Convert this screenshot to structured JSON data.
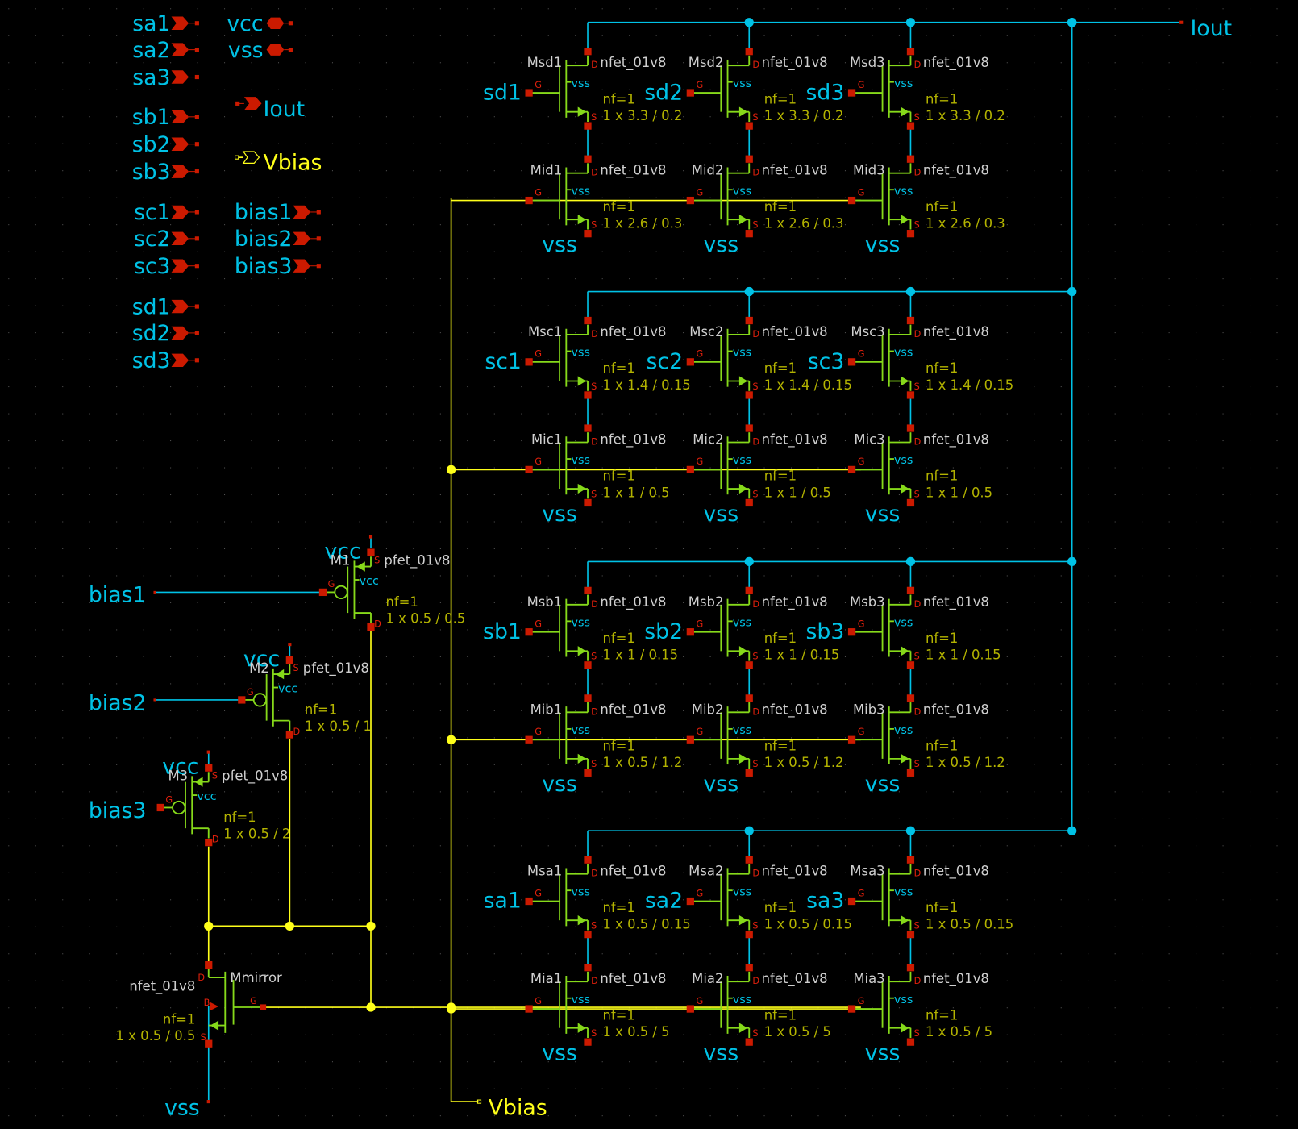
{
  "app": "schematic-editor",
  "colors": {
    "background": "#000000",
    "grid_dot": "#555555",
    "net_blue": "#00c2e6",
    "net_yellow": "#ffff1a",
    "device": "#86d91a",
    "pin_red": "#cc1a00",
    "param_olive": "#b3b300",
    "label_gray": "#cfcfcf"
  },
  "pins": {
    "col1": [
      "sa1",
      "sa2",
      "sa3",
      "sb1",
      "sb2",
      "sb3",
      "sc1",
      "sc2",
      "sc3",
      "sd1",
      "sd2",
      "sd3"
    ],
    "supplies": [
      "vcc",
      "vss"
    ],
    "output": "Iout",
    "bias_out": "Vbias",
    "bias_inputs": [
      "bias1",
      "bias2",
      "bias3"
    ]
  },
  "output_label": "Iout",
  "vbias_label": "Vbias",
  "vss_label": "vss",
  "vcc_label": "vcc",
  "terminals": {
    "d": "D",
    "g": "G",
    "s": "S",
    "b": "B"
  },
  "bulk_n": "vss",
  "bulk_p": "vcc",
  "nfet_model": "nfet_01v8",
  "pfet_model": "pfet_01v8",
  "nf": "nf=1",
  "switch_groups": [
    {
      "gates": [
        "sd1",
        "sd2",
        "sd3"
      ],
      "switches": [
        {
          "name": "Msd1",
          "size": "1 x 3.3 / 0.2"
        },
        {
          "name": "Msd2",
          "size": "1 x 3.3 / 0.2"
        },
        {
          "name": "Msd3",
          "size": "1 x 3.3 / 0.2"
        }
      ],
      "sources": [
        {
          "name": "Mid1",
          "size": "1 x 2.6 / 0.3"
        },
        {
          "name": "Mid2",
          "size": "1 x 2.6 / 0.3"
        },
        {
          "name": "Mid3",
          "size": "1 x 2.6 / 0.3"
        }
      ]
    },
    {
      "gates": [
        "sc1",
        "sc2",
        "sc3"
      ],
      "switches": [
        {
          "name": "Msc1",
          "size": "1 x 1.4 / 0.15"
        },
        {
          "name": "Msc2",
          "size": "1 x 1.4 / 0.15"
        },
        {
          "name": "Msc3",
          "size": "1 x 1.4 / 0.15"
        }
      ],
      "sources": [
        {
          "name": "Mic1",
          "size": "1 x 1 / 0.5"
        },
        {
          "name": "Mic2",
          "size": "1 x 1 / 0.5"
        },
        {
          "name": "Mic3",
          "size": "1 x 1 / 0.5"
        }
      ]
    },
    {
      "gates": [
        "sb1",
        "sb2",
        "sb3"
      ],
      "switches": [
        {
          "name": "Msb1",
          "size": "1 x 1 / 0.15"
        },
        {
          "name": "Msb2",
          "size": "1 x 1 / 0.15"
        },
        {
          "name": "Msb3",
          "size": "1 x 1 / 0.15"
        }
      ],
      "sources": [
        {
          "name": "Mib1",
          "size": "1 x 0.5 / 1.2"
        },
        {
          "name": "Mib2",
          "size": "1 x 0.5 / 1.2"
        },
        {
          "name": "Mib3",
          "size": "1 x 0.5 / 1.2"
        }
      ]
    },
    {
      "gates": [
        "sa1",
        "sa2",
        "sa3"
      ],
      "switches": [
        {
          "name": "Msa1",
          "size": "1 x 0.5 / 0.15"
        },
        {
          "name": "Msa2",
          "size": "1 x 0.5 / 0.15"
        },
        {
          "name": "Msa3",
          "size": "1 x 0.5 / 0.15"
        }
      ],
      "sources": [
        {
          "name": "Mia1",
          "size": "1 x 0.5 / 5"
        },
        {
          "name": "Mia2",
          "size": "1 x 0.5 / 5"
        },
        {
          "name": "Mia3",
          "size": "1 x 0.5 / 5"
        }
      ]
    }
  ],
  "pmos": [
    {
      "name": "M1",
      "gate": "bias1",
      "size": "1 x 0.5 / 0.5"
    },
    {
      "name": "M2",
      "gate": "bias2",
      "size": "1 x 0.5 / 1"
    },
    {
      "name": "M3",
      "gate": "bias3",
      "size": "1 x 0.5 / 2"
    }
  ],
  "mirror": {
    "name": "Mmirror",
    "size": "1 x 0.5 / 0.5"
  }
}
